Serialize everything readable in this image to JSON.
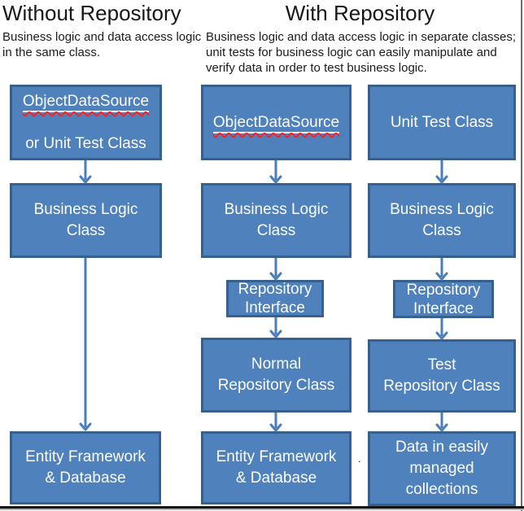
{
  "left_section": {
    "title": "Without Repository",
    "description": "Business logic and data access logic\nin the same class."
  },
  "right_section": {
    "title": "With Repository",
    "description": "Business logic and data access logic in separate classes;\nunit tests for business logic can easily manipulate and\nverify data in order to test business logic."
  },
  "colors": {
    "box_fill": "#4f81bd",
    "box_border": "#36618e",
    "arrow": "#4a7ebb",
    "spellcheck_underline": "#ff1f1f",
    "box_text": "#ffffff",
    "title_text": "#171717"
  },
  "diagram": {
    "without": {
      "source_underlined": "ObjectDataSource",
      "source_rest": "or Unit Test Class",
      "business_box": "Business Logic\nClass",
      "data_box": "Entity Framework\n& Database"
    },
    "with_normal": {
      "source_underlined": "ObjectDataSource",
      "business_box": "Business Logic\nClass",
      "interface_box": "Repository\nInterface",
      "repository_box": "Normal\nRepository Class",
      "data_box": "Entity Framework\n& Database"
    },
    "with_test": {
      "source_box": "Unit Test Class",
      "business_box": "Business Logic\nClass",
      "interface_box": "Repository\nInterface",
      "repository_box": "Test\nRepository Class",
      "data_box": "Data in easily\nmanaged\ncollections"
    }
  },
  "stray_dot": "."
}
